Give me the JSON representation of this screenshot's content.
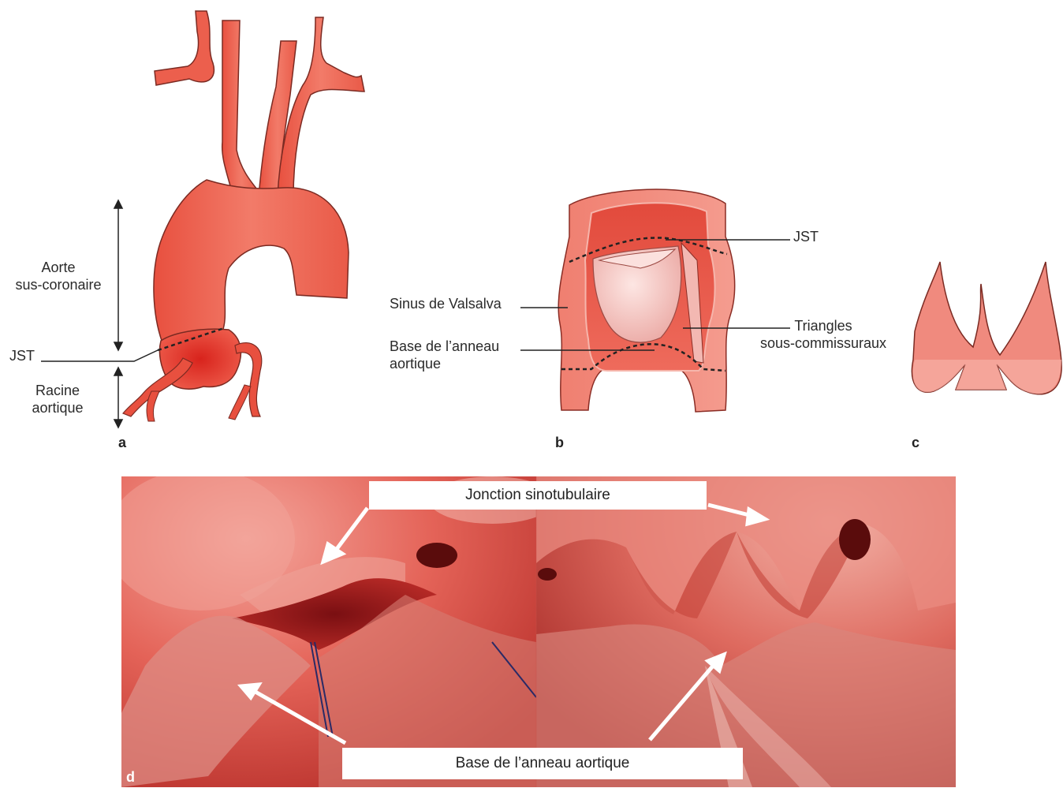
{
  "panels": {
    "a": {
      "letter": "a",
      "label_aorte": [
        "Aorte",
        "sus-coronaire"
      ],
      "label_jst": "JST",
      "label_racine": [
        "Racine",
        "aortique"
      ]
    },
    "b": {
      "letter": "b",
      "label_jst": "JST",
      "label_sinus": "Sinus de Valsalva",
      "label_base": [
        "Base de l’anneau",
        "aortique"
      ],
      "label_triangles": [
        "Triangles",
        "sous-commissuraux"
      ]
    },
    "c": {
      "letter": "c"
    },
    "d": {
      "letter": "d",
      "callout_top": "Jonction sinotubulaire",
      "callout_bottom": "Base de l’anneau aortique"
    }
  },
  "colors": {
    "aorta_light": "#f0705f",
    "aorta_mid": "#e8503f",
    "aorta_dark": "#c9281f",
    "tissue": "#e3645c",
    "leaflet": "#f6c9c6"
  },
  "icons": [
    "double-arrow-icon",
    "white-arrow-icon"
  ]
}
